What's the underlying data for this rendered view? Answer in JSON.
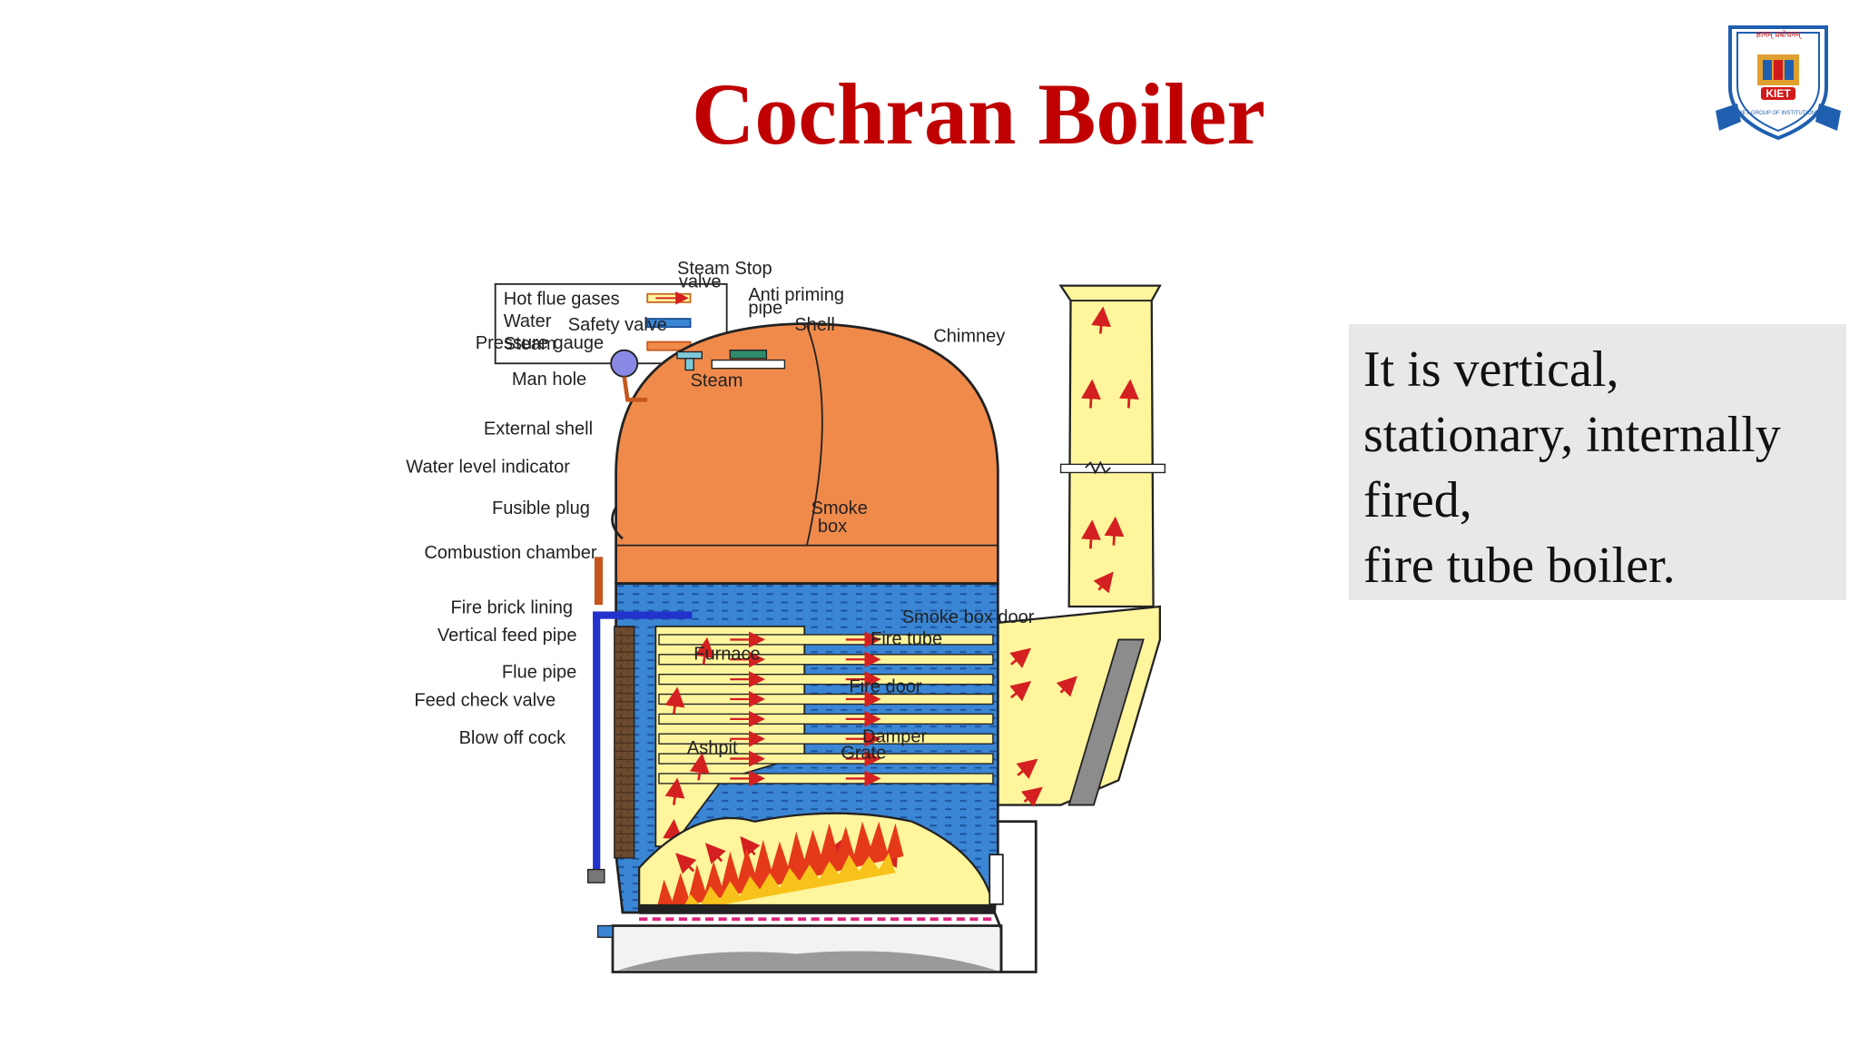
{
  "slide": {
    "title": "Cochran Boiler",
    "description_lines": [
      "It is vertical,",
      "stationary, internally",
      "fired,",
      "fire tube boiler."
    ],
    "logo": {
      "top_text": "ज्ञानम् प्रबोधनम्",
      "ring_text": "KIET GROUP OF INSTITUTIONS",
      "badge": "KIET",
      "colors": {
        "blue": "#1f5fb0",
        "red": "#d11a1a",
        "gold": "#e0a030"
      }
    }
  },
  "diagram": {
    "legend": [
      {
        "label": "Hot flue gases",
        "swatch": "flue"
      },
      {
        "label": "Water",
        "swatch": "water"
      },
      {
        "label": "Steam",
        "swatch": "steam"
      }
    ],
    "labels": {
      "safety_valve": "Safety valve",
      "steam_stop_valve_1": "Steam Stop",
      "steam_stop_valve_2": "valve",
      "anti_priming_1": "Anti priming",
      "anti_priming_2": "pipe",
      "shell": "Shell",
      "chimney": "Chimney",
      "pressure_gauge": "Pressure gauge",
      "man_hole": "Man hole",
      "steam": "Steam",
      "external_shell": "External shell",
      "water_level_indicator": "Water level indicator",
      "fusible_plug": "Fusible plug",
      "smoke_box_1": "Smoke",
      "smoke_box_2": "box",
      "combustion_chamber": "Combustion chamber",
      "fire_brick_lining": "Fire brick lining",
      "vertical_feed_pipe": "Vertical feed pipe",
      "smoke_box_door": "Smoke box door",
      "fire_tube": "Fire tube",
      "furnace": "Furnace",
      "flue_pipe": "Flue pipe",
      "feed_check_valve": "Feed check valve",
      "fire_door": "Fire door",
      "blow_off_cock": "Blow off cock",
      "damper": "Damper",
      "grate": "Grate",
      "ashpit": "Ashpit"
    },
    "colors": {
      "steam": "#f08a4b",
      "water": "#3a86d4",
      "flue": "#fff59d",
      "arrow": "#d42020",
      "brick": "#6b4a2e",
      "feed_pipe": "#2233cc",
      "title": "#c00000",
      "text_box": "#e8e8e8"
    }
  }
}
